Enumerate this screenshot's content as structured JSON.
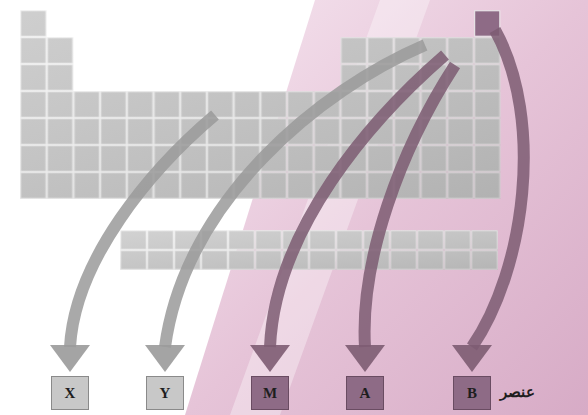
{
  "diagram": {
    "nodes": [
      {
        "text": [
          "X"
        ]
      },
      {
        "text": [
          "Y"
        ]
      },
      {
        "text": [
          "M"
        ]
      },
      {
        "text": [
          "A"
        ]
      },
      {
        "text": [
          "B"
        ]
      }
    ],
    "labels": [
      "عنصر"
    ]
  }
}
